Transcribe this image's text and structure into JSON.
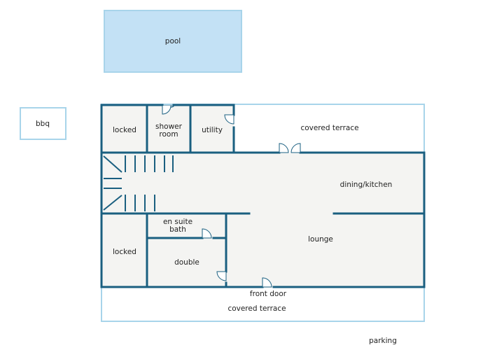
{
  "floorplan": {
    "labels": {
      "pool": "pool",
      "bbq": "bbq",
      "locked_top": "locked",
      "shower_line1": "shower",
      "shower_line2": "room",
      "utility": "utility",
      "covered_terrace_top": "covered terrace",
      "dining_kitchen": "dining/kitchen",
      "en_suite_line1": "en suite",
      "en_suite_line2": "bath",
      "locked_bottom": "locked",
      "double": "double",
      "lounge": "lounge",
      "front_door": "front door",
      "covered_terrace_bottom": "covered terrace",
      "parking": "parking"
    },
    "colors": {
      "wall": "#1a5f80",
      "outline": "#a8d4ea",
      "pool_fill": "#c3e1f5",
      "floor_fill": "#f4f4f2"
    }
  }
}
